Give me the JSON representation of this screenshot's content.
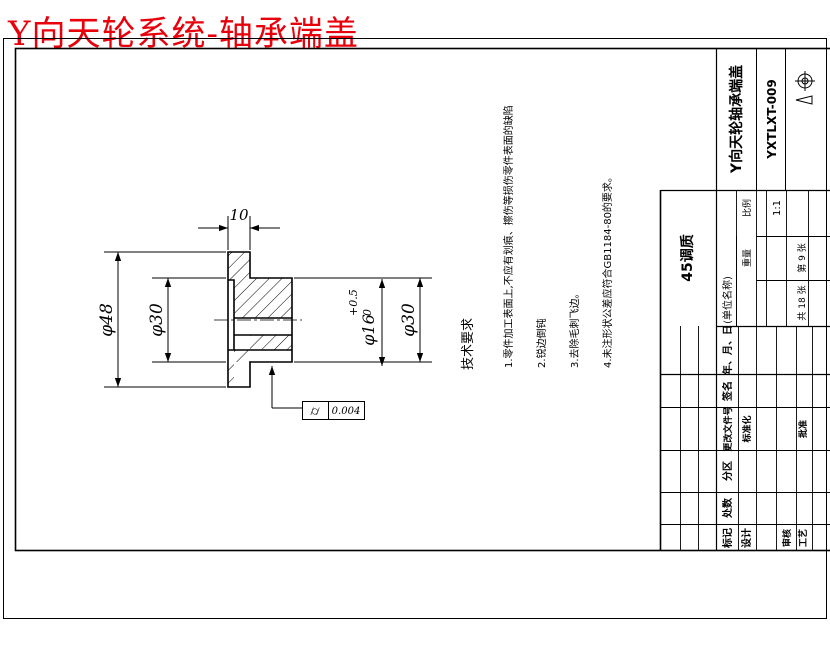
{
  "title": "Y向天轮系统-轴承端盖",
  "colors": {
    "title": "#e8000b",
    "line": "#000000",
    "paper": "#ffffff"
  },
  "dimensions": {
    "top_width": "10",
    "outer_dia": "φ48",
    "step_dia": "φ30",
    "bore_dia": "φ16",
    "bore_tol_upper": "+0.5",
    "bore_tol_lower": "0",
    "right_dia": "φ30"
  },
  "tolerance_frame": {
    "symbol": "⌭",
    "value": "0.004"
  },
  "tech_requirements": {
    "heading": "技术要求",
    "items": [
      "1.零件加工表面上,不应有划痕、擦伤等损伤零件表面的缺陷",
      "2.锐边倒钝",
      "3.去除毛刺飞边。",
      "4.未注形状公差应符合GB1184-80的要求。"
    ]
  },
  "title_block": {
    "part_name": "Y向天轮轴承端盖",
    "drawing_no": "YXTLXT-009",
    "material": "45调质",
    "unit": "(单位名称)",
    "weight_label": "重量",
    "scale_label": "比例",
    "scale_value": "1:1",
    "sheets_total": "共 18 张",
    "sheet_no": "第 9 张",
    "headers": [
      "标记",
      "处数",
      "分区",
      "更改文件号",
      "签名",
      "年、月、日"
    ],
    "roles": [
      "设计",
      "标准化",
      "审核",
      "工艺",
      "批准"
    ]
  }
}
